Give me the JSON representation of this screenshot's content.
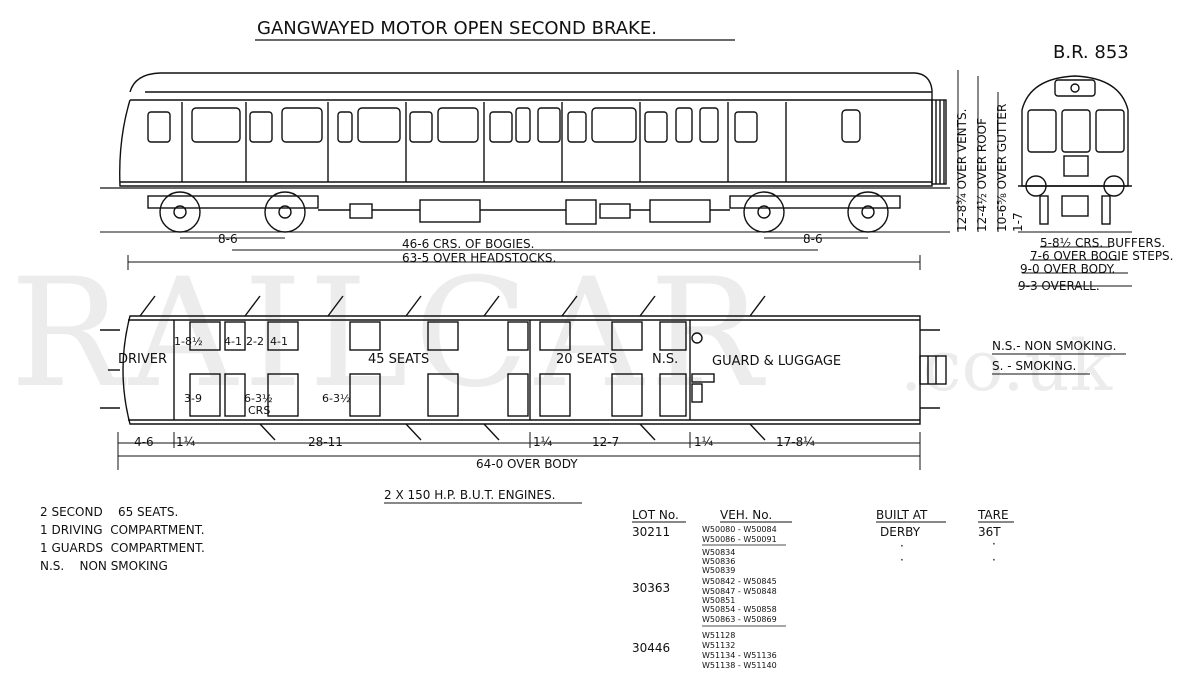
{
  "title": "GANGWAYED MOTOR OPEN SECOND BRAKE.",
  "diagram_no": "B.R. 853",
  "watermark": {
    "main": "RAILCAR",
    "suffix": ".co.uk"
  },
  "side_dims": {
    "bogie_wb_left": "8-6",
    "bogie_wb_right": "8-6",
    "crs_bogies": "46-6 CRS. OF BOGIES.",
    "over_headstocks": "63-5 OVER HEADSTOCKS."
  },
  "heights": [
    "12-8¾ OVER VENTS.",
    "12-4½ OVER ROOF",
    "10-6⅝ OVER GUTTER",
    "1-7"
  ],
  "end_dims": [
    "5-8½ CRS. BUFFERS.",
    "7-6 OVER BOGIE STEPS.",
    "9-0 OVER BODY.",
    "9-3 OVERALL."
  ],
  "plan": {
    "driver": "DRIVER",
    "seats45": "45 SEATS",
    "seats20": "20 SEATS",
    "ns": "N.S.",
    "guard": "GUARD & LUGGAGE",
    "d1": "1-8½",
    "d2": "4-1",
    "d3": "2-2",
    "d4": "4-1",
    "d5": "3-9",
    "d6": "6-3½",
    "d7": "CRS",
    "d8": "6-3½",
    "bot": [
      "4-6",
      "1¼",
      "28-11",
      "1¼",
      "12-7",
      "1¼",
      "17-8¼"
    ],
    "over_body": "64-0 OVER BODY"
  },
  "legend": [
    "N.S.- NON SMOKING.",
    "S. - SMOKING."
  ],
  "engines": "2 X 150 H.P. B.U.T. ENGINES.",
  "summary": [
    "2 SECOND    65 SEATS.",
    "1 DRIVING  COMPARTMENT.",
    "1 GUARDS  COMPARTMENT.",
    "N.S.    NON SMOKING"
  ],
  "table": {
    "headers": {
      "lot": "LOT No.",
      "veh": "VEH. No.",
      "built": "BUILT AT",
      "tare": "TARE"
    },
    "lots": [
      {
        "lot": "30211",
        "veh": [
          "W50080 - W50084",
          "W50086 - W50091"
        ]
      },
      {
        "lot": "",
        "veh": [
          "W50834",
          "W50836",
          "W50839"
        ]
      },
      {
        "lot": "30363",
        "veh": [
          "W50842 - W50845",
          "W50847 - W50848",
          "W50851",
          "W50854 - W50858",
          "W50863 - W50869"
        ]
      },
      {
        "lot": "30446",
        "veh": [
          "W51128",
          "W51132",
          "W51134 - W51136",
          "W51138 - W51140"
        ]
      }
    ],
    "built": "DERBY",
    "tare": "36T",
    "ditto": "·"
  }
}
